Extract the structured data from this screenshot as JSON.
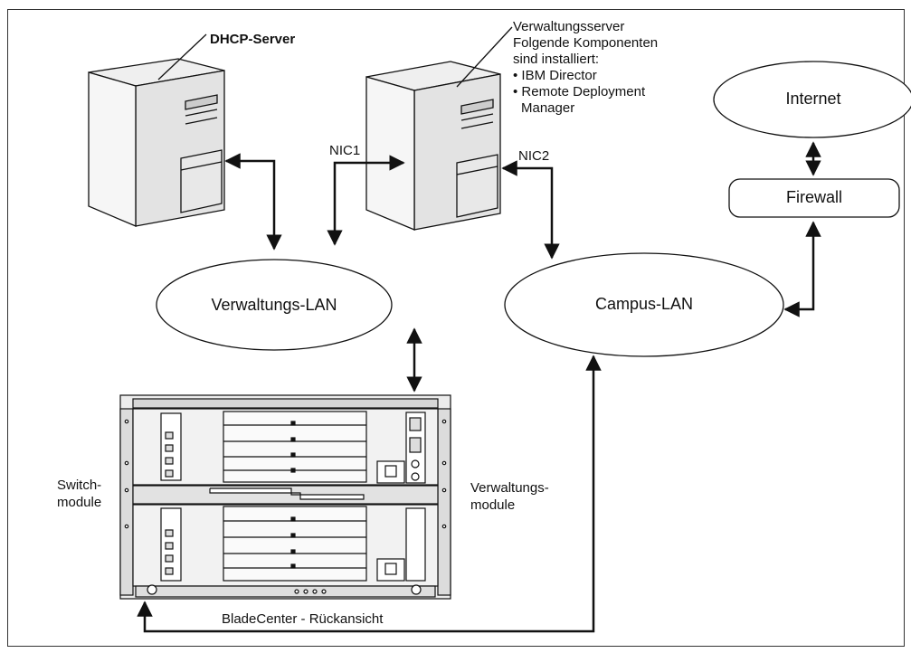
{
  "dhcp_server": {
    "label": "DHCP-Server"
  },
  "management_server": {
    "title": "Verwaltungsserver",
    "line2": "Folgende Komponenten",
    "line3": "sind installiert:",
    "item1": "• IBM Director",
    "item2": "• Remote Deployment",
    "item2_cont": "Manager"
  },
  "nic1": "NIC1",
  "nic2": "NIC2",
  "internet": "Internet",
  "firewall": "Firewall",
  "management_lan": "Verwaltungs-LAN",
  "campus_lan": "Campus-LAN",
  "switch_module": "Switch-\nmodule",
  "management_module": "Verwaltungs-\nmodule",
  "bladecenter_caption": "BladeCenter - Rückansicht",
  "colors": {
    "line": "#111111",
    "panel": "#e9e9e9",
    "shade": "#cfcfcf"
  }
}
